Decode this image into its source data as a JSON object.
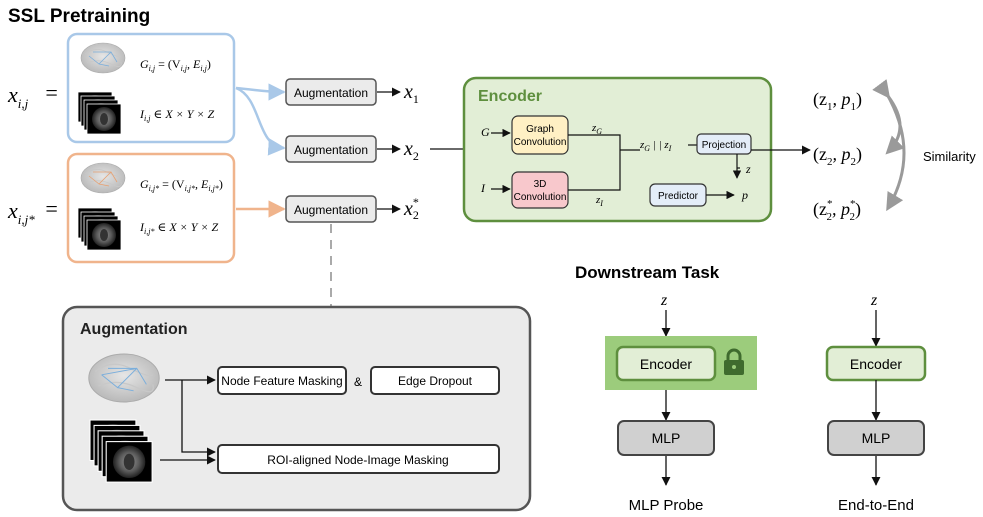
{
  "ssl": {
    "title": "SSL Pretraining",
    "x_ij": "x",
    "x_ij_sub": "i,j",
    "x_ijs_sub": "i,j*",
    "eq": "=",
    "graph1": "G",
    "graph1_sub": "i,j",
    "graph1_rhs": " = (V",
    "graph1_v_sub": "i,j",
    "graph1_e": ", E",
    "graph1_e_sub": "i,j",
    "graph1_close": ")",
    "img1": "I",
    "img1_sub": "i,j",
    "img1_rhs": " ∈ X × Y × Z",
    "graph2_sub": "i,j*",
    "img2_sub": "i,j*",
    "aug_label": "Augmentation",
    "out1": "x",
    "out1_sub": "1",
    "out2_sub": "2",
    "out3_sub": "2",
    "out3_sup": "*"
  },
  "encoder": {
    "title": "Encoder",
    "g_in": "G",
    "i_in": "I",
    "graph_conv": [
      "Graph",
      "Convolution"
    ],
    "conv3d": [
      "3D",
      "Convolution"
    ],
    "zG": "z",
    "zG_sub": "G",
    "zI_sub": "I",
    "concat": "z",
    "concat_mid": " | | z",
    "projection": "Projection",
    "predictor": "Predictor",
    "z_out": "z",
    "p_out": "p"
  },
  "outputs": {
    "o1": "(z",
    "o1_sub": "1",
    "o1_mid": ", p",
    "o1_close": ")",
    "o2_sub": "2",
    "o3_sup": "*",
    "similarity": "Similarity"
  },
  "augmentation": {
    "title": "Augmentation",
    "node_feature": "Node Feature Masking",
    "amp": "&",
    "edge_dropout": "Edge Dropout",
    "roi": "ROI-aligned Node-Image Masking"
  },
  "downstream": {
    "title": "Downstream Task",
    "z": "z",
    "encoder": "Encoder",
    "mlp": "MLP",
    "probe_label": "MLP Probe",
    "e2e_label": "End-to-End"
  },
  "colors": {
    "blue_border": "#a9c8e8",
    "orange_border": "#f0b48c",
    "encoder_fill": "#e2eed6",
    "encoder_border": "#5e8f3e",
    "graphconv_fill": "#fff0c4",
    "conv3d_fill": "#f8c8cc",
    "proj_fill": "#e4edf8",
    "aug_fill": "#ebebeb",
    "mlp_fill": "#d0d0d0",
    "frozen_bar": "#9ccc7c",
    "lock": "#3f6b2e"
  },
  "icons": [
    "brain-graph-icon",
    "mri-stack-icon",
    "lock-icon"
  ]
}
